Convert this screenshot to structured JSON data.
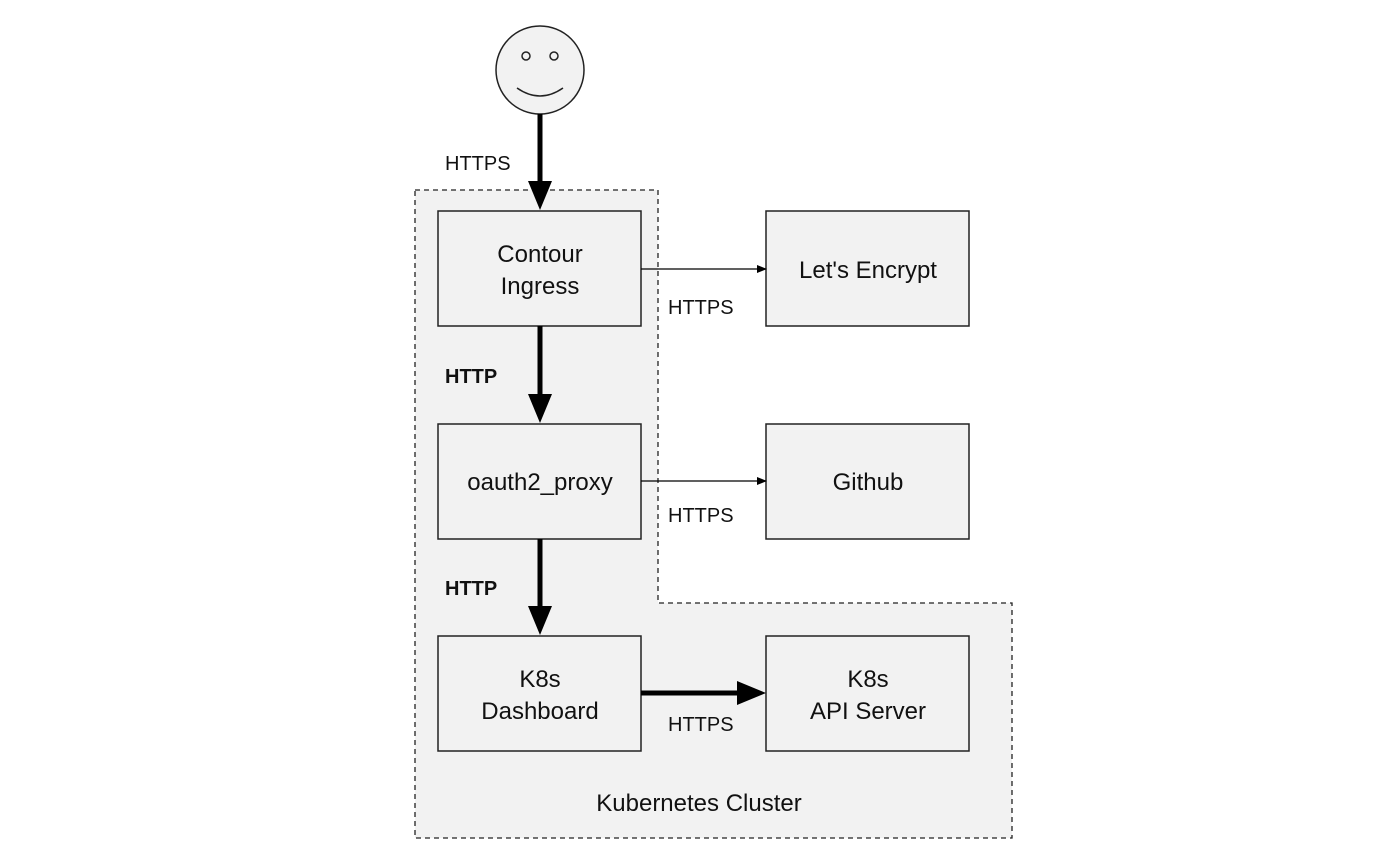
{
  "diagram": {
    "cluster_label": "Kubernetes Cluster",
    "user_icon": "smiley-face-user-icon",
    "nodes": {
      "contour": [
        "Contour",
        "Ingress"
      ],
      "letsencrypt": [
        "Let's Encrypt"
      ],
      "oauth2": [
        "oauth2_proxy"
      ],
      "github": [
        "Github"
      ],
      "dashboard": [
        "K8s",
        "Dashboard"
      ],
      "apiserver": [
        "K8s",
        "API Server"
      ]
    },
    "edges": {
      "user_to_contour": "HTTPS",
      "contour_to_letsencrypt": "HTTPS",
      "contour_to_oauth2": "HTTP",
      "oauth2_to_github": "HTTPS",
      "oauth2_to_dashboard": "HTTP",
      "dashboard_to_apiserver": "HTTPS"
    }
  }
}
